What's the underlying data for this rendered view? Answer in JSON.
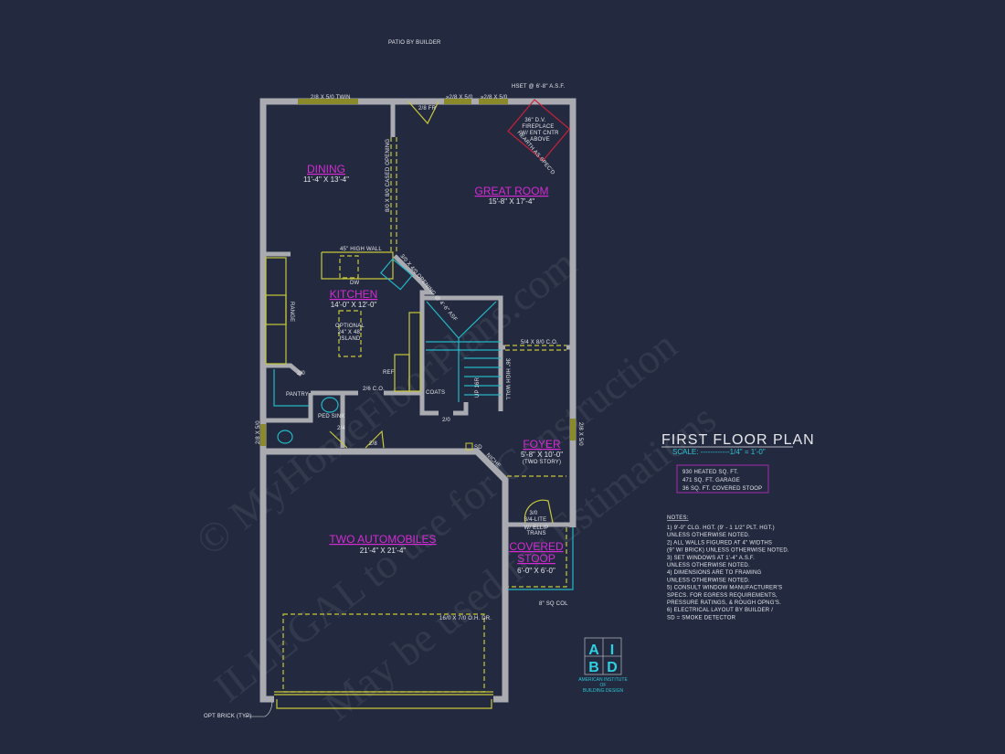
{
  "plan": {
    "title": "FIRST FLOOR PLAN",
    "scale": "SCALE: ------------1/4\" = 1'-0\"",
    "top_note": "PATIO BY BUILDER",
    "header_note": "HSET @ 6'-8\" A.S.F.",
    "areas": [
      "930 HEATED SQ. FT.",
      "471 SQ. FT. GARAGE",
      "36 SQ. FT. COVERED STOOP"
    ],
    "notes_title": "NOTES:",
    "notes": [
      "1)  9'-0\"  CLG. HGT. (9' - 1 1/2\" PLT. HGT.)",
      "     UNLESS OTHERWISE NOTED.",
      "2)  ALL  WALLS FIGURED AT 4\" WIDTHS",
      "     (9\" W/ BRICK) UNLESS OTHERWISE NOTED.",
      "3)  SET WINDOWS AT 1'-4\" A.S.F.",
      "     UNLESS OTHERWISE NOTED.",
      "4)  DIMENSIONS ARE TO FRAMING",
      "     UNLESS OTHERWISE NOTED.",
      "5)  CONSULT WINDOW MANUFACTURER'S",
      "     SPECS. FOR EGRESS REQUIREMENTS,",
      "     PRESSURE RATINGS, & ROUGH OPNG'S.",
      "6)  ELECTRICAL LAYOUT BY BUILDER /",
      "     SD = SMOKE DETECTOR"
    ]
  },
  "rooms": {
    "dining": {
      "name": "DINING",
      "size": "11'-4\" X 13'-4\""
    },
    "great_room": {
      "name": "GREAT ROOM",
      "size": "15'-8\" X 17'-4\""
    },
    "kitchen": {
      "name": "KITCHEN",
      "size": "14'-0\" X 12'-0\""
    },
    "foyer": {
      "name": "FOYER",
      "size": "5'-8\" X 10'-0\"",
      "note": "(TWO STORY)"
    },
    "garage": {
      "name": "TWO AUTOMOBILES",
      "size": "21'-4\" X 21'-4\""
    },
    "stoop": {
      "name1": "COVERED",
      "name2": "STOOP",
      "size": "6'-0\" X 6'-0\""
    }
  },
  "labels": {
    "win_twin": "2/8 X 5/0 TWIN",
    "door_fr": "2/8 FR",
    "win1": "»2/8 X 5/0",
    "win2": "»2/8 X 5/0",
    "fireplace": [
      "36\" D.V.",
      "FIREPLACE",
      "W/ ENT CNTR",
      "ABOVE"
    ],
    "hearth": "HEARTH AS SPEC'D",
    "cased_opening": "8/0 X 8/0 CASED OPENING",
    "high_wall": "45\" HIGH WALL",
    "dw": "DW",
    "sink_opening": "3/0 X 4/0 OPENING @ 4'-6\" ASF",
    "range": "RANGE",
    "island": [
      "OPTIONAL",
      "24\" X 48\"",
      "ISLAND"
    ],
    "ref": "REF",
    "pantry": "PANTRY",
    "pantry_door": "2/0",
    "ped_sink": "PED SINK",
    "co_26": "2/6 C.O.",
    "coats": "COATS",
    "coats_door": "2/0",
    "co_5": "5/4 X 8/0 C.O.",
    "high_wall_36": "36\" HIGH WALL",
    "stairs": "UP 16R",
    "bath_door": "2/4",
    "garage_door_int": "2/8",
    "win_left": "2/8 X 5/0",
    "win_right": "2/8 X 5/0",
    "sd": "SD",
    "niche": "NICHE",
    "entry_door": [
      "3/0",
      "3/4-LITE"
    ],
    "transom": [
      "W/ ELLIP",
      "TRANS"
    ],
    "col": "8\" SQ COL",
    "oh_door": "16/0 X 7/0 O.H. DR.",
    "brick": "OPT BRICK (TYP)"
  },
  "logo": {
    "letters": [
      "A",
      "I",
      "B",
      "D"
    ],
    "name": [
      "AMERICAN INSTITUTE",
      "OF",
      "BUILDING DESIGN"
    ]
  },
  "watermark": [
    "© MyHomeFloorPlans.com",
    "ILLEGAL to use for Construction",
    "May be used for Estimations"
  ],
  "colors": {
    "background": "#232a3f",
    "walls": "#a9abb1",
    "room_labels": "#d52ad5",
    "fixtures": "#c8c83a",
    "plumbing": "#22b8c8"
  }
}
